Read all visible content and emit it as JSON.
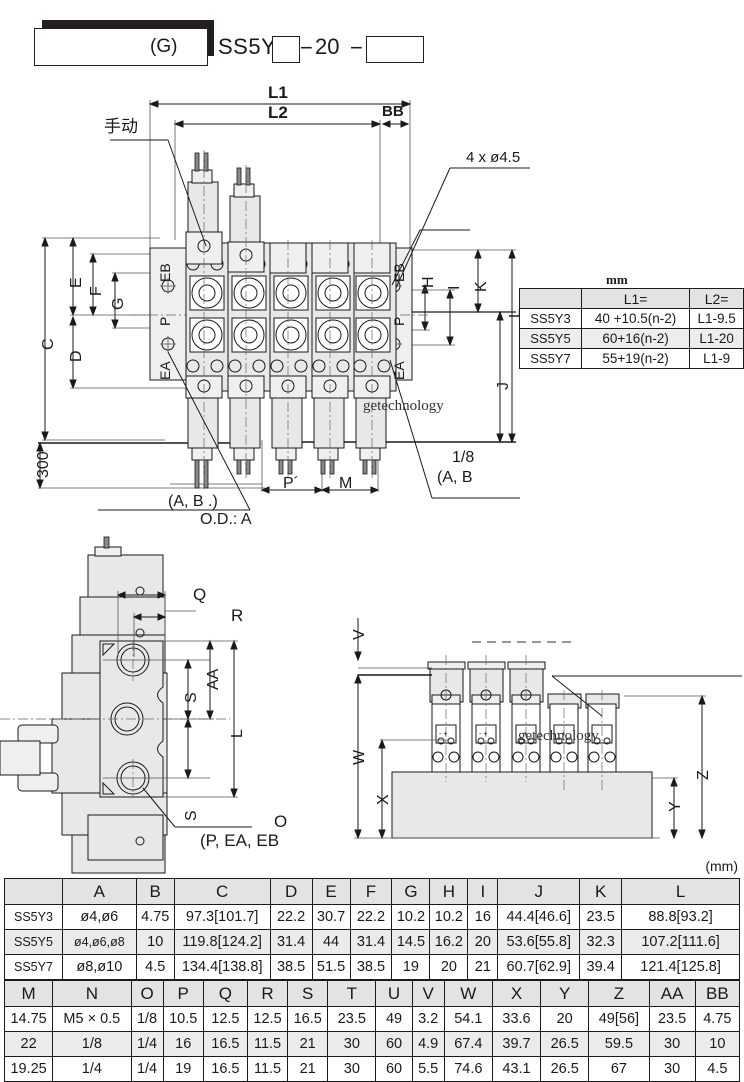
{
  "header": {
    "g_label": "(G)",
    "series_prefix": "SS5Y",
    "dash1": "−",
    "code": "20",
    "dash2": "−"
  },
  "main_view": {
    "dimensions": {
      "L1": "L1",
      "L2": "L2",
      "BB": "BB",
      "C": "C",
      "D": "D",
      "E": "E",
      "F": "F",
      "G": "G",
      "H": "H",
      "I": "I",
      "J": "J",
      "K": "K",
      "L": "L",
      "M": "M",
      "P_prime": "P´",
      "n300": "300"
    },
    "callouts": {
      "manual": "手动",
      "holes": "4 x ø4.5",
      "port_size": "1/8",
      "port_ab_right": "(A, B",
      "port_ab_bottom": "(A, B      .)",
      "od_a": "O.D.: A"
    },
    "port_labels": {
      "eb": "EB",
      "p": "P",
      "ea": "EA"
    },
    "watermark": "getechnology"
  },
  "front_view": {
    "dimensions": {
      "Q": "Q",
      "R": "R",
      "S": "S",
      "AA": "AA",
      "L": "L"
    },
    "callouts": {
      "O": "O",
      "ports": "(P, EA, EB"
    }
  },
  "side_view": {
    "dimensions": {
      "V": "V",
      "W": "W",
      "X": "X",
      "Y": "Y",
      "Z": "Z"
    },
    "watermark": "getechnology"
  },
  "length_table": {
    "unit": "mm",
    "headers": [
      "",
      "L1=",
      "L2="
    ],
    "rows": [
      [
        "SS5Y3",
        "40 +10.5(n-2)",
        "L1-9.5"
      ],
      [
        "SS5Y5",
        "60+16(n-2)",
        "L1-20"
      ],
      [
        "SS5Y7",
        "55+19(n-2)",
        "L1-9"
      ]
    ]
  },
  "dim_table_1": {
    "unit": "(mm)",
    "headers": [
      "",
      "A",
      "B",
      "C",
      "D",
      "E",
      "F",
      "G",
      "H",
      "I",
      "J",
      "K",
      "L"
    ],
    "rows": [
      [
        "SS5Y3",
        "ø4,ø6",
        "4.75",
        "97.3[101.7]",
        "22.2",
        "30.7",
        "22.2",
        "10.2",
        "10.2",
        "16",
        "44.4[46.6]",
        "23.5",
        "88.8[93.2]"
      ],
      [
        "SS5Y5",
        "ø4,ø6,ø8",
        "10",
        "119.8[124.2]",
        "31.4",
        "44",
        "31.4",
        "14.5",
        "16.2",
        "20",
        "53.6[55.8]",
        "32.3",
        "107.2[111.6]"
      ],
      [
        "SS5Y7",
        "ø8,ø10",
        "4.5",
        "134.4[138.8]",
        "38.5",
        "51.5",
        "38.5",
        "19",
        "20",
        "21",
        "60.7[62.9]",
        "39.4",
        "121.4[125.8]"
      ]
    ]
  },
  "dim_table_2": {
    "headers": [
      "M",
      "N",
      "O",
      "P",
      "Q",
      "R",
      "S",
      "T",
      "U",
      "V",
      "W",
      "X",
      "Y",
      "Z",
      "AA",
      "BB"
    ],
    "rows": [
      [
        "14.75",
        "M5 × 0.5",
        "1/8",
        "10.5",
        "12.5",
        "12.5",
        "16.5",
        "23.5",
        "49",
        "3.2",
        "54.1",
        "33.6",
        "20",
        "49[56]",
        "23.5",
        "4.75"
      ],
      [
        "22",
        "1/8",
        "1/4",
        "16",
        "16.5",
        "11.5",
        "21",
        "30",
        "60",
        "4.9",
        "67.4",
        "39.7",
        "26.5",
        "59.5",
        "30",
        "10"
      ],
      [
        "19.25",
        "1/4",
        "1/4",
        "19",
        "16.5",
        "11.5",
        "21",
        "30",
        "60",
        "5.5",
        "74.6",
        "43.1",
        "26.5",
        "67",
        "30",
        "4.5"
      ]
    ]
  }
}
